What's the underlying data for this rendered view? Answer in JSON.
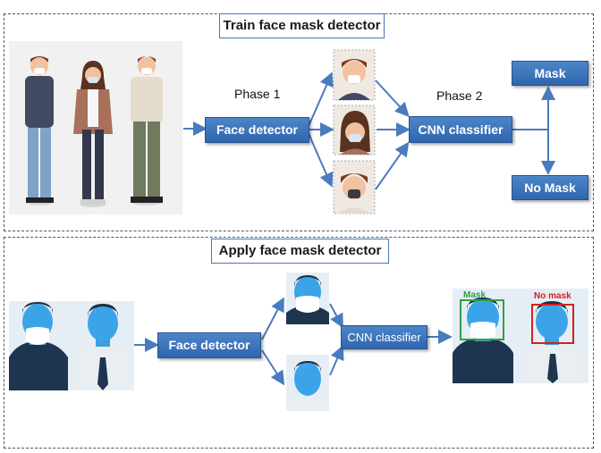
{
  "train": {
    "title": "Train face mask detector",
    "face_detector": "Face detector",
    "phase1": "Phase 1",
    "phase2": "Phase 2",
    "cnn_classifier": "CNN classifier",
    "mask": "Mask",
    "no_mask": "No Mask"
  },
  "apply": {
    "title": "Apply face mask detector",
    "face_detector": "Face detector",
    "cnn_classifier": "CNN classifier",
    "mask_label": "Mask",
    "no_mask_label": "No mask"
  },
  "colors": {
    "box_blue": "#2f66ad",
    "arrow_blue": "#4a7bbf",
    "mask_green": "#2ea043",
    "no_mask_red": "#d62020"
  }
}
